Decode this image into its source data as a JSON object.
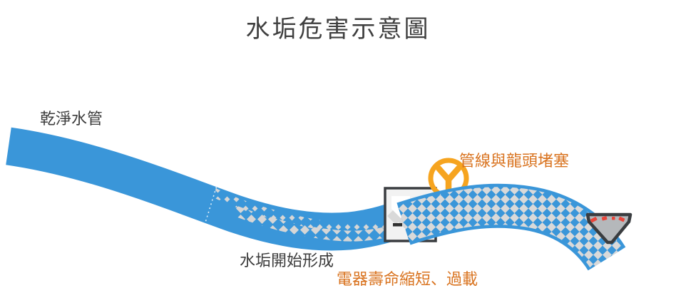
{
  "title": "水垢危害示意圖",
  "labels": {
    "clean_pipe": "乾淨水管",
    "scale_forming": "水垢開始形成",
    "clogging": "管線與龍頭堵塞",
    "appliance_damage": "電器壽命縮短、過載"
  },
  "icons": {
    "faucet_warning": "Y-shaped faucet in orange ring",
    "appliance_box": "appliance with scale deposits inside",
    "showerhead": "clogged shower/faucet head with red debris"
  },
  "colors": {
    "pipe_blue": "#3a96d9",
    "scale_gray": "#d9d9d9",
    "warning_orange": "#f6a41f",
    "label_orange": "#d9731f",
    "title_gray": "#3f3f3f",
    "alert_red": "#e9453a",
    "appliance_border": "#3a3d40",
    "funnel_gray": "#b5b8bb"
  }
}
